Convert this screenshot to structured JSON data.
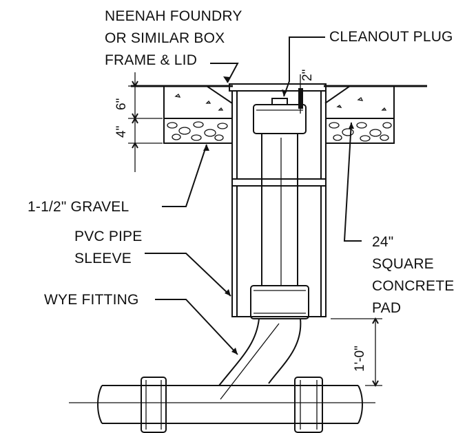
{
  "labels": {
    "box_frame": [
      "NEENAH FOUNDRY",
      "OR SIMILAR BOX",
      "FRAME & LID"
    ],
    "cleanout_plug": "CLEANOUT PLUG",
    "gravel": "1-1/2\" GRAVEL",
    "sleeve": [
      "PVC PIPE",
      "SLEEVE"
    ],
    "wye": "WYE FITTING",
    "pad": [
      "24\"",
      "SQUARE",
      "CONCRETE",
      "PAD"
    ]
  },
  "dimensions": {
    "slab_thickness": "6\"",
    "gravel_thickness": "4\"",
    "lid_gap": "2\"",
    "wye_depth": "1'-0\""
  }
}
